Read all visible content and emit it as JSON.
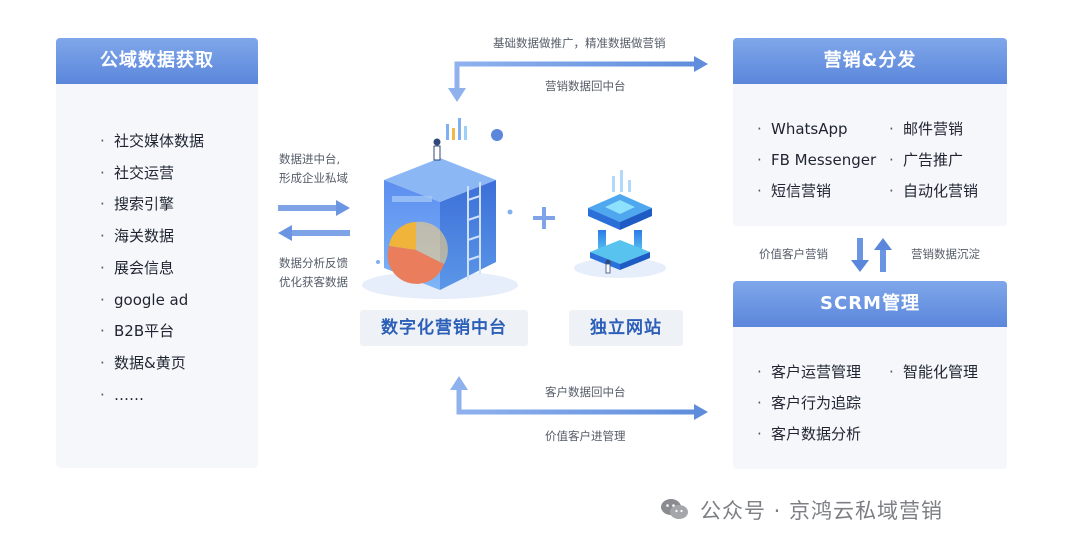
{
  "left_panel": {
    "title": "公域数据获取",
    "items": [
      "社交媒体数据",
      "社交运营",
      "搜索引擎",
      "海关数据",
      "展会信息",
      "google ad",
      "B2B平台",
      "数据&黄页",
      "……"
    ]
  },
  "marketing_panel": {
    "title": "营销&分发",
    "items_left": [
      "WhatsApp",
      "FB Messenger",
      "短信营销"
    ],
    "items_right": [
      "邮件营销",
      "广告推广",
      "自动化营销"
    ]
  },
  "scrm_panel": {
    "title": "SCRM管理",
    "items_left": [
      "客户运营管理",
      "客户行为追踪",
      "客户数据分析"
    ],
    "items_right": [
      "智能化管理"
    ]
  },
  "flows": {
    "top_upper": "基础数据做推广，精准数据做营销",
    "top_lower": "营销数据回中台",
    "left_upper_1": "数据进中台,",
    "left_upper_2": "形成企业私域",
    "left_lower_1": "数据分析反馈",
    "left_lower_2": "优化获客数据",
    "right_left": "价值客户营销",
    "right_right": "营销数据沉淀",
    "bottom_upper": "客户数据回中台",
    "bottom_lower": "价值客户进管理"
  },
  "center": {
    "hub_label": "数字化营销中台",
    "plus": "+",
    "site_label": "独立网站"
  },
  "watermark": "公众号 · 京鸿云私域营销",
  "colors": {
    "accent": "#5b86db",
    "arrow": "#7ea3e6",
    "label_text": "#2c5fb8"
  }
}
